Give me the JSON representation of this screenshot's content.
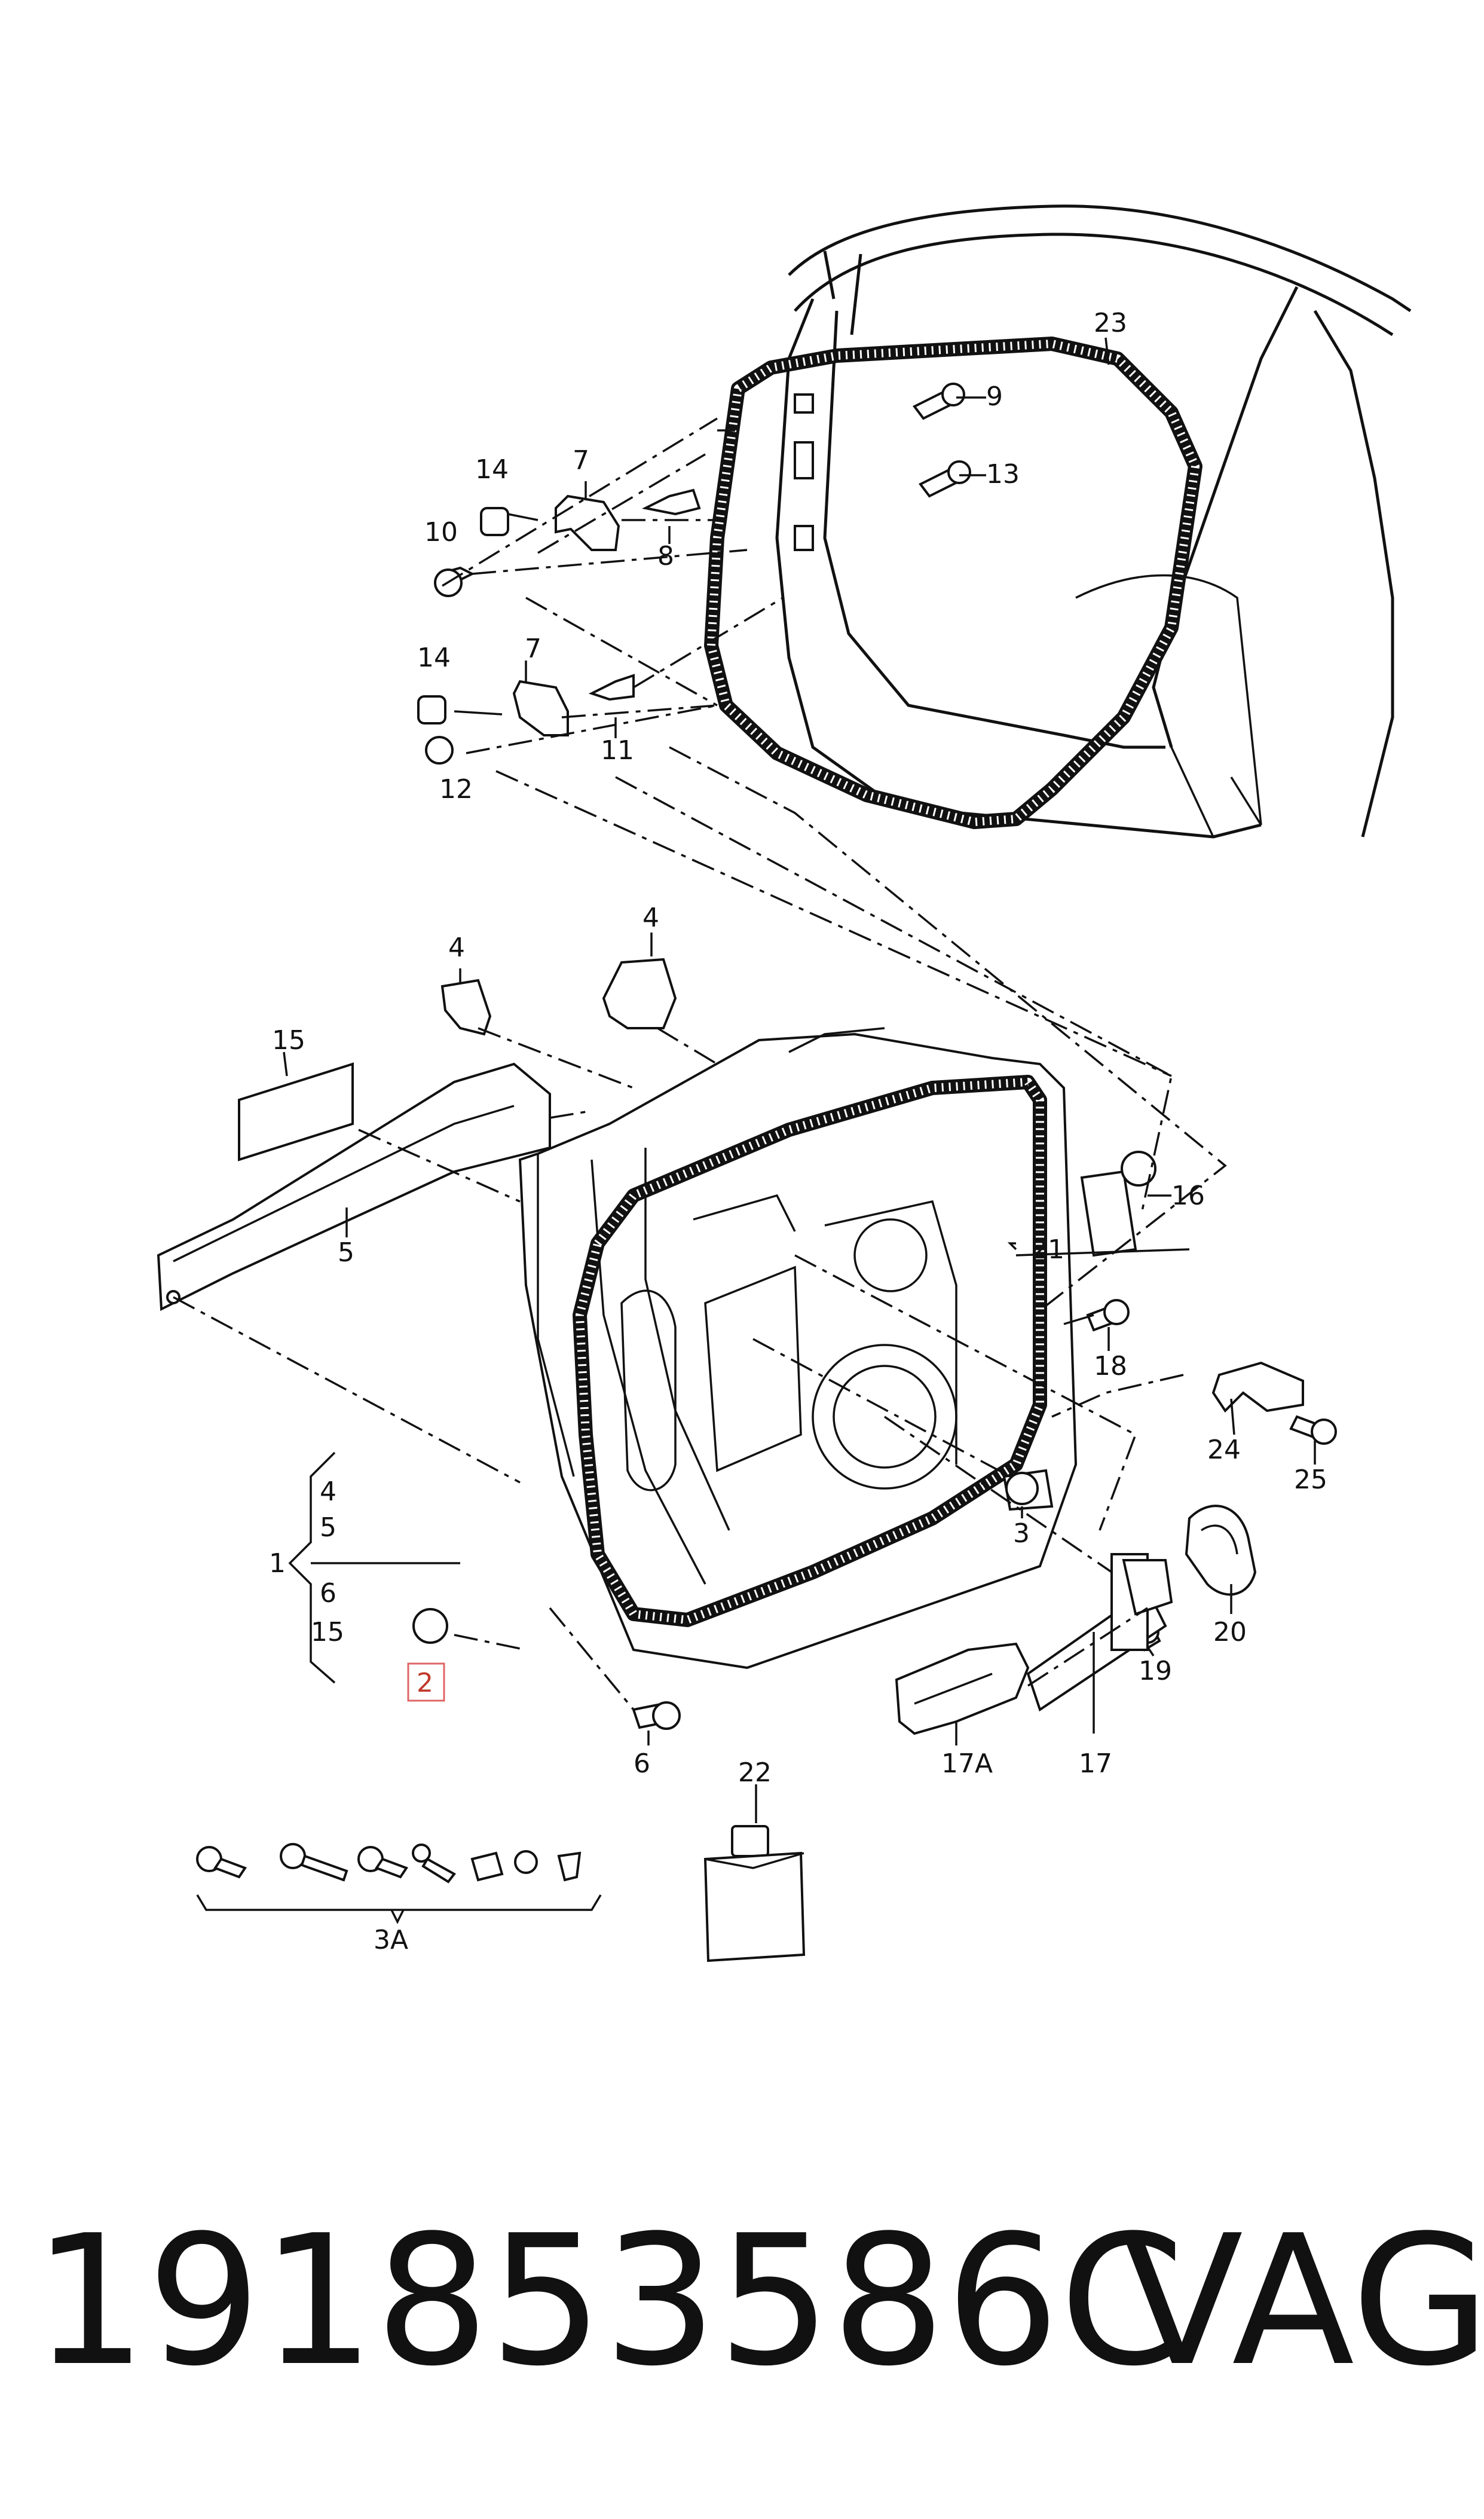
{
  "callouts": {
    "c1": "1",
    "c2": "2",
    "c3": "3",
    "c3a": "3A",
    "c4a": "4",
    "c4b": "4",
    "c5": "5",
    "c6": "6",
    "c7a": "7",
    "c7b": "7",
    "c8": "8",
    "c9": "9",
    "c10": "10",
    "c11": "11",
    "c12": "12",
    "c13": "13",
    "c14a": "14",
    "c14b": "14",
    "c15": "15",
    "c16": "16",
    "c17": "17",
    "c17a": "17A",
    "c18": "18",
    "c19": "19",
    "c20": "20",
    "c21": "21",
    "c22": "22",
    "c23": "23",
    "c24": "24",
    "c25": "25"
  },
  "group_1_items": [
    "4",
    "5",
    "6",
    "15"
  ],
  "footer": {
    "part_number": "191853586C",
    "brand": "VAG"
  },
  "colors": {
    "ink": "#111111",
    "highlight": "#e06666"
  }
}
